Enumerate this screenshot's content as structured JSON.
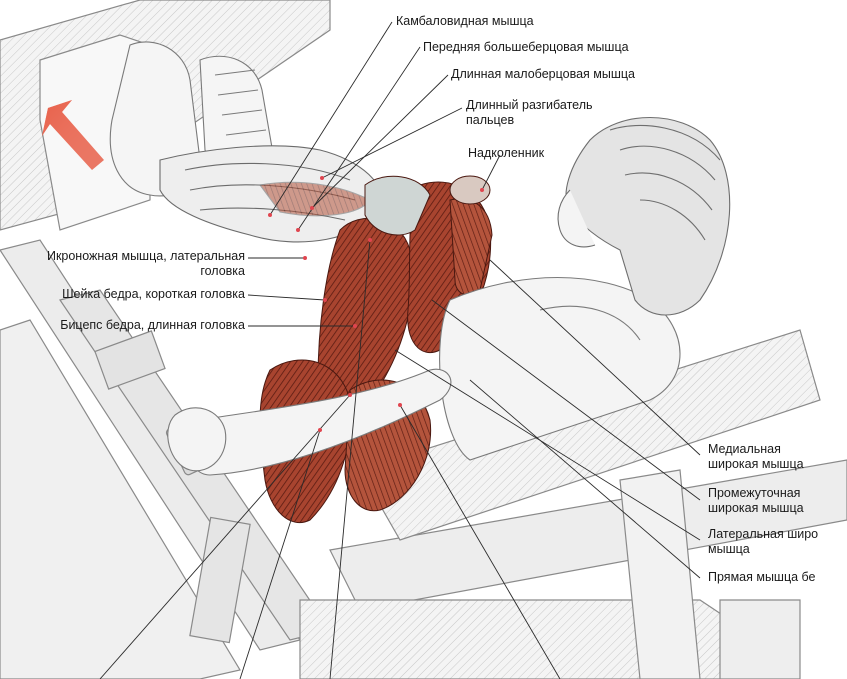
{
  "labels_top": [
    {
      "id": "soleus",
      "lines": [
        "Камбаловидная мышца"
      ]
    },
    {
      "id": "tibialis-anterior",
      "lines": [
        "Передняя большеберцовая мышца"
      ]
    },
    {
      "id": "peroneus-longus",
      "lines": [
        "Длинная малоберцовая мышца"
      ]
    },
    {
      "id": "extensor-digitorum",
      "lines": [
        "Длинный разгибатель",
        "пальцев"
      ]
    },
    {
      "id": "patella",
      "lines": [
        "Надколенник"
      ]
    }
  ],
  "labels_left": [
    {
      "id": "gastrocnemius-lateral",
      "lines": [
        "Икроножная мышца, латеральная",
        "головка"
      ]
    },
    {
      "id": "biceps-short",
      "lines": [
        "Шейка бедра, короткая головка"
      ]
    },
    {
      "id": "biceps-long",
      "lines": [
        "Бицепс бедра, длинная головка"
      ]
    }
  ],
  "labels_right": [
    {
      "id": "vastus-medialis",
      "lines": [
        "Медиальная",
        "широкая мышца"
      ]
    },
    {
      "id": "vastus-intermedius",
      "lines": [
        "Промежуточная",
        "широкая мышца"
      ]
    },
    {
      "id": "vastus-lateralis",
      "lines": [
        "Латеральная широ",
        "мышца"
      ]
    },
    {
      "id": "rectus-femoris",
      "lines": [
        "Прямая мышца бе"
      ]
    }
  ],
  "colors": {
    "muscle": "#a8442f",
    "muscle_dark": "#6e2518",
    "arrow": "#e8604a",
    "sketch": "#7a7a7a",
    "skin": "#f3f3f3"
  }
}
